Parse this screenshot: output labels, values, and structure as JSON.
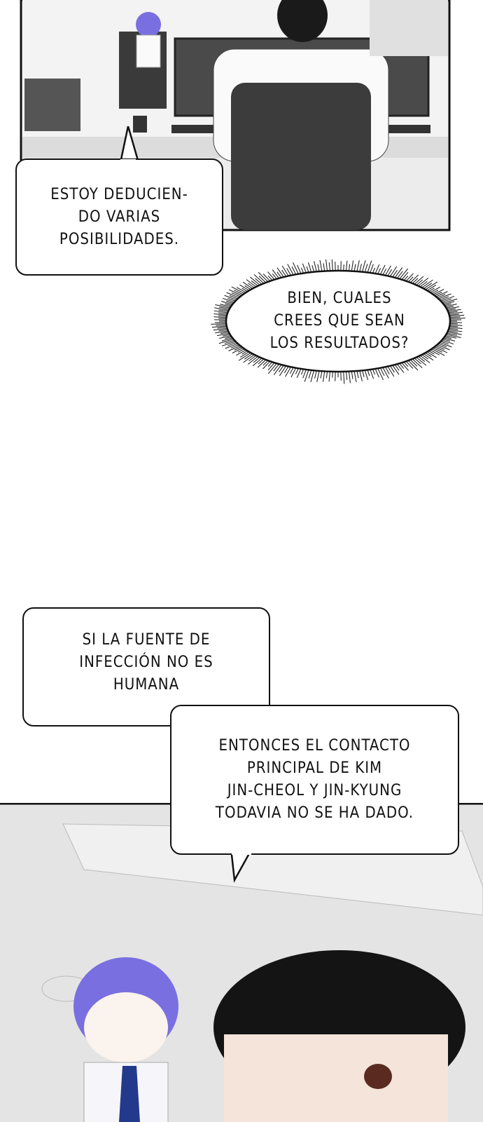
{
  "bubbles": {
    "b1": "ESTOY DEDUCIEN-\nDO VARIAS\nPOSIBILIDADES.",
    "b2": "BIEN, CUALES\nCREES QUE SEAN\nLOS RESULTADOS?",
    "b3": "SI LA FUENTE DE\nINFECCIÓN NO ES\nHUMANA",
    "b4": "ENTONCES EL CONTACTO\nPRINCIPAL DE KIM\nJIN-CHEOL Y JIN-KYUNG\nTODAVIA NO SE HA DADO."
  },
  "colors": {
    "panel_bg": "#e6e6e6",
    "ink": "#111111",
    "hair": "#1a1a1a",
    "chibi_hair": "#7a6fe0"
  }
}
